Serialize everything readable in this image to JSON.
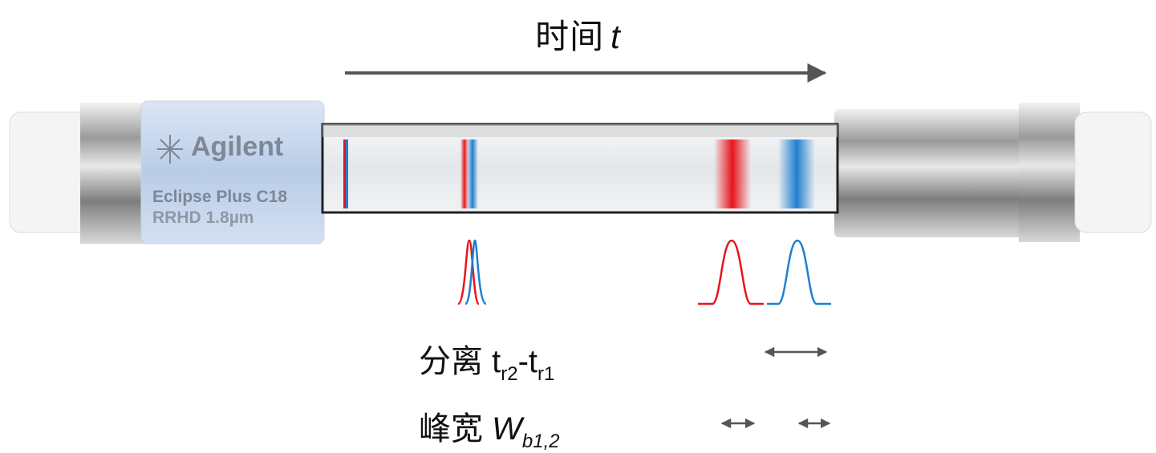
{
  "title": {
    "text": "时间",
    "variable": "t"
  },
  "column": {
    "brand": "Agilent",
    "model_line1": "Eclipse Plus C18",
    "model_line2": "RRHD 1.8µm"
  },
  "legend": {
    "separation_label": "分离",
    "separation_formula": {
      "t1": "t",
      "s1": "r2",
      "dash": "-",
      "t2": "t",
      "s2": "r1"
    },
    "width_label": "峰宽",
    "width_formula": {
      "w": "W",
      "sub": "b1,2"
    }
  },
  "colors": {
    "band_red": "#e8141b",
    "band_blue": "#1f7fd0",
    "arrow": "#555555",
    "glass": "#e9ecef",
    "label_blue": "#b8cdea"
  }
}
